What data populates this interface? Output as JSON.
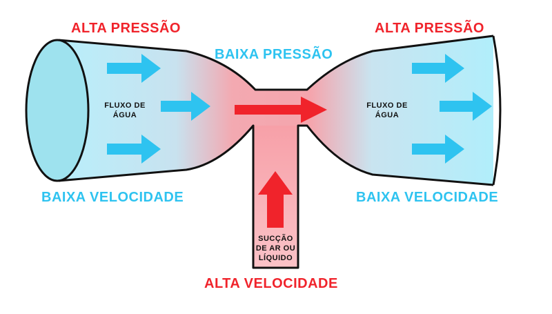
{
  "labels": {
    "high_pressure_left": "ALTA PRESSÃO",
    "high_pressure_right": "ALTA PRESSÃO",
    "low_pressure": "BAIXA PRESSÃO",
    "low_velocity_left": "BAIXA VELOCIDADE",
    "low_velocity_right": "BAIXA VELOCIDADE",
    "high_velocity": "ALTA VELOCIDADE",
    "water_flow_left": "FLUXO DE ÁGUA",
    "water_flow_right": "FLUXO DE ÁGUA",
    "suction": "SUCÇÃO DE AR OU LÍQUIDO"
  },
  "colors": {
    "red": "#f0232b",
    "cyan": "#2ec3f0",
    "pipe_light": "#b5edfa",
    "pipe_pink": "#f7a2a8",
    "outline": "#111111",
    "text_dark": "#111111"
  },
  "icons": {
    "flow_arrow": "arrow-right-icon",
    "suction_arrow": "arrow-up-icon"
  }
}
